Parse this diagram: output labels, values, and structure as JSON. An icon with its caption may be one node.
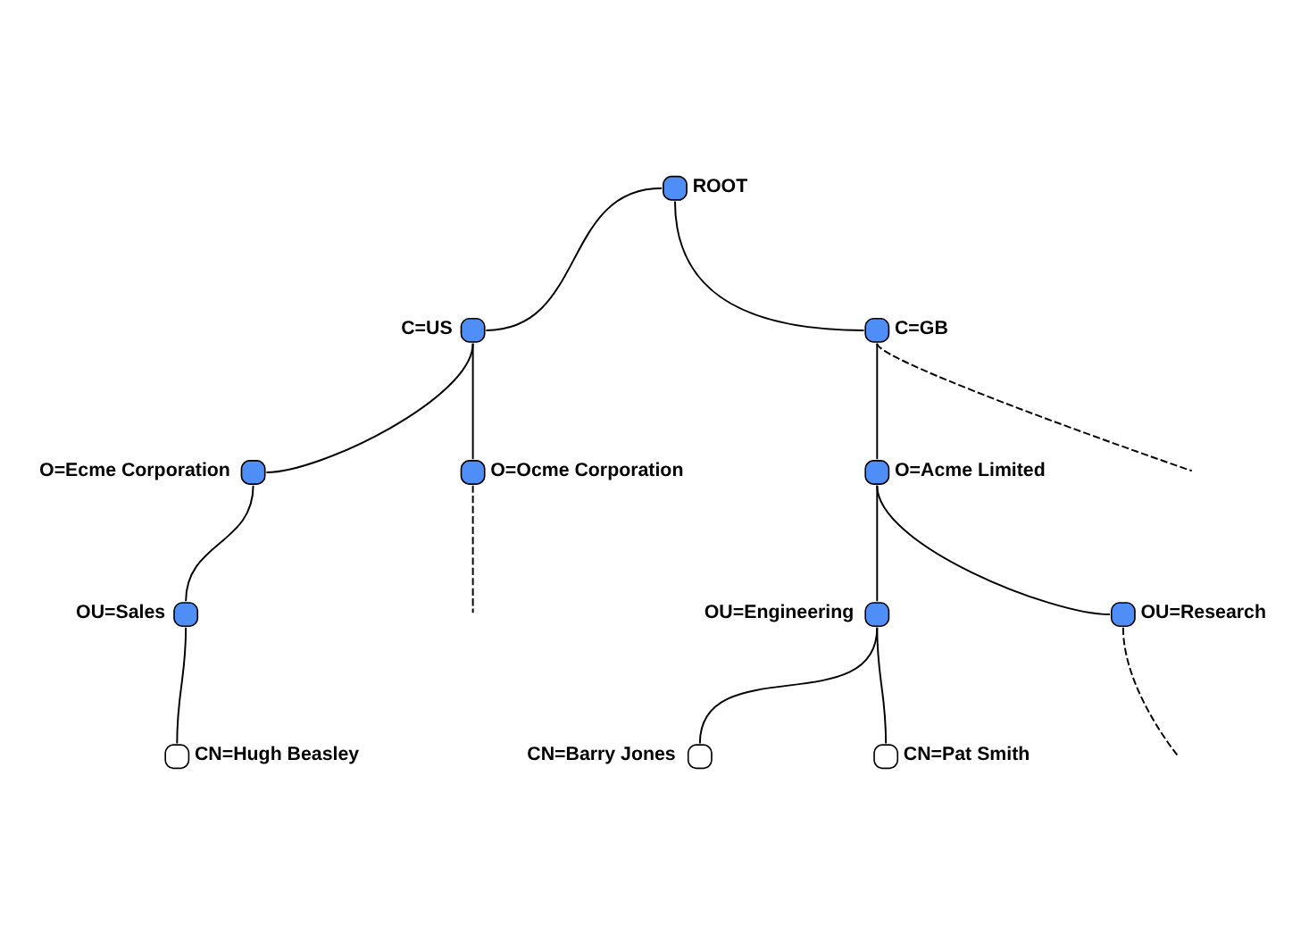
{
  "diagram": {
    "nodes": [
      {
        "text": [
          "ROOT"
        ]
      },
      {
        "text": [
          "C=US"
        ]
      },
      {
        "text": [
          "C=GB"
        ]
      },
      {
        "text": [
          "O=Ecme Corporation"
        ]
      },
      {
        "text": [
          "O=Ocme Corporation"
        ]
      },
      {
        "text": [
          "O=Acme Limited"
        ]
      },
      {
        "text": [
          "OU=Sales"
        ]
      },
      {
        "text": [
          "OU=Engineering"
        ]
      },
      {
        "text": [
          "OU=Research"
        ]
      },
      {
        "text": [
          "CN=Hugh Beasley"
        ]
      },
      {
        "text": [
          "CN=Barry Jones"
        ]
      },
      {
        "text": [
          "CN=Pat Smith"
        ]
      }
    ],
    "edges": [
      {
        "from": 0,
        "to": 1,
        "arrow": "none"
      },
      {
        "from": 0,
        "to": 2,
        "arrow": "none"
      },
      {
        "from": 1,
        "to": 3,
        "arrow": "none"
      },
      {
        "from": 1,
        "to": 4,
        "arrow": "none"
      },
      {
        "from": 2,
        "to": null,
        "arrow": "none",
        "style": "dashed"
      },
      {
        "from": 2,
        "to": 5,
        "arrow": "none"
      },
      {
        "from": 3,
        "to": 6,
        "arrow": "none"
      },
      {
        "from": 4,
        "to": null,
        "arrow": "none",
        "style": "dashed"
      },
      {
        "from": 5,
        "to": 7,
        "arrow": "none"
      },
      {
        "from": 5,
        "to": 8,
        "arrow": "none"
      },
      {
        "from": 6,
        "to": 9,
        "arrow": "none"
      },
      {
        "from": 7,
        "to": 10,
        "arrow": "none"
      },
      {
        "from": 7,
        "to": 11,
        "arrow": "none"
      },
      {
        "from": 8,
        "to": null,
        "arrow": "none",
        "style": "dashed"
      }
    ]
  }
}
